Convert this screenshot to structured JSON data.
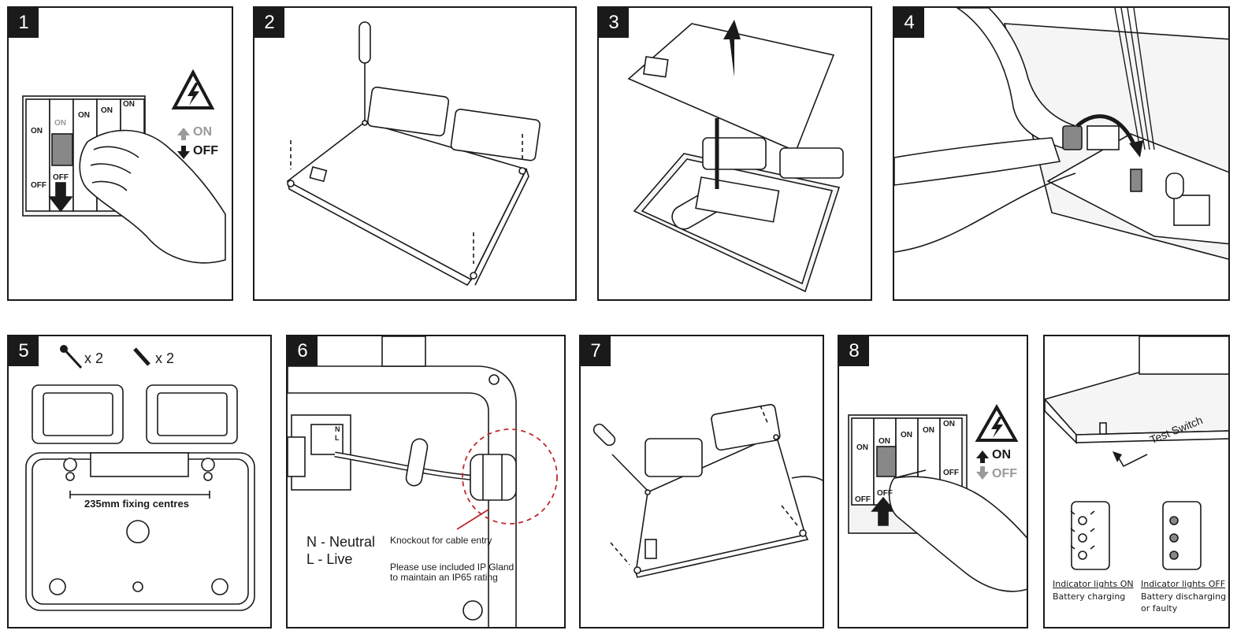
{
  "steps": {
    "s1": "1",
    "s2": "2",
    "s3": "3",
    "s4": "4",
    "s5": "5",
    "s6": "6",
    "s7": "7",
    "s8": "8"
  },
  "switch_labels": {
    "on": "ON",
    "off": "OFF"
  },
  "legend": {
    "on": "ON",
    "off": "OFF"
  },
  "fixings": {
    "screw_qty": "x 2",
    "plug_qty": "x 2",
    "centres": "235mm fixing centres"
  },
  "wiring": {
    "neutral": "N - Neutral",
    "live": "L - Live",
    "knockout": "Knockout for cable entry",
    "gland_line1": "Please use included IP Gland",
    "gland_line2": "to maintain an IP65 rating",
    "terminal_n": "N",
    "terminal_l": "L"
  },
  "test": {
    "switch": "Test Switch",
    "lights_on_title": "Indicator lights ON",
    "lights_on_desc": "Battery charging",
    "lights_off_title": "Indicator lights OFF",
    "lights_off_desc1": "Battery discharging",
    "lights_off_desc2": "or faulty"
  },
  "colors": {
    "ink": "#1a1a1a",
    "inactive": "#9a9a9a",
    "warning_red": "#c0282d"
  },
  "icons": [
    "hazard-warning-icon",
    "arrow-up-icon",
    "arrow-down-icon",
    "screwdriver-icon",
    "screw-icon",
    "wall-plug-icon",
    "pcb-icon",
    "led-icon",
    "cable-gland-icon"
  ]
}
